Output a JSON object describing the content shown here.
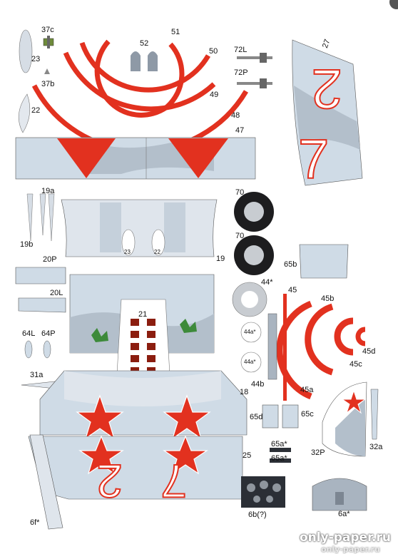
{
  "labels": {
    "l37c": "37c",
    "l23": "23",
    "l37b": "37b",
    "l22": "22",
    "l52": "52",
    "l51": "51",
    "l50": "50",
    "l49": "49",
    "l48": "48",
    "l47": "47",
    "l72L": "72L",
    "l72P": "72P",
    "l27": "27",
    "l19a": "19a",
    "l19b": "19b",
    "l20P": "20P",
    "l20L": "20L",
    "l19": "19",
    "l23b": "23",
    "l22b": "22",
    "l70a": "70",
    "l70b": "70",
    "l65b": "65b",
    "l44s": "44*",
    "l45": "45",
    "l45b": "45b",
    "l45d": "45d",
    "l45c": "45c",
    "l45a": "45a",
    "l44a1": "44a*",
    "l44a2": "44a*",
    "l44b": "44b",
    "l21": "21",
    "l64L": "64L",
    "l64P": "64P",
    "l31a": "31a",
    "l18": "18",
    "l65d": "65d",
    "l65c": "65c",
    "l65a1": "65a*",
    "l65a2": "65a*",
    "l32P": "32P",
    "l32a": "32a",
    "l25": "25",
    "l6f": "6f*",
    "l6b": "6b(?)",
    "l6a": "6a*"
  },
  "watermark": {
    "line1": "only-paper.ru",
    "line2": "only-paper.ru"
  },
  "colors": {
    "red": "#e2311f",
    "pale_blue": "#cfdbe6",
    "mid_grey": "#a9b4c0",
    "dark": "#2b2f36",
    "green": "#3d8a3a"
  }
}
